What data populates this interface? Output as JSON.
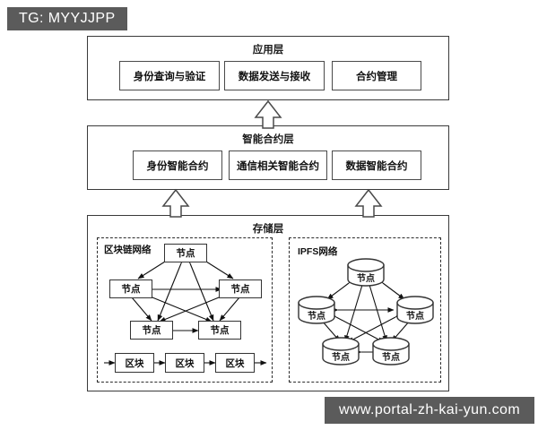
{
  "watermarks": {
    "top_badge": "TG: MYYJJPP",
    "bottom_url": "www.portal-zh-kai-yun.com"
  },
  "diagram": {
    "type": "layered-architecture",
    "layers": [
      {
        "id": "application",
        "title": "应用层",
        "cells": [
          "身份查询与验证",
          "数据发送与接收",
          "合约管理"
        ]
      },
      {
        "id": "smart-contract",
        "title": "智能合约层",
        "cells": [
          "身份智能合约",
          "通信相关智能合约",
          "数据智能合约"
        ]
      },
      {
        "id": "storage",
        "title": "存储层",
        "cells": []
      }
    ],
    "connectors": [
      {
        "from": "smart-contract",
        "to": "application",
        "style": "hollow-block-arrow",
        "direction": "up"
      },
      {
        "from": "storage",
        "to": "smart-contract",
        "style": "hollow-block-arrow",
        "direction": "up"
      },
      {
        "from": "storage",
        "to": "smart-contract",
        "style": "hollow-block-arrow",
        "direction": "up"
      }
    ],
    "subnets": [
      {
        "id": "blockchain-network",
        "title": "区块链网络",
        "node_label": "节点",
        "node_shape": "rectangle",
        "node_count": 5,
        "block_label": "区块",
        "block_count": 3,
        "topology": "full-mesh"
      },
      {
        "id": "ipfs-network",
        "title": "IPFS网络",
        "node_label": "节点",
        "node_shape": "cylinder",
        "node_count": 5,
        "topology": "full-mesh"
      }
    ]
  },
  "colors": {
    "watermark_bg": "#5b5b5b",
    "watermark_text": "#ffffff",
    "frame_stroke": "#3a3a3a",
    "box_stroke": "#333333",
    "canvas_bg": "#ffffff"
  }
}
